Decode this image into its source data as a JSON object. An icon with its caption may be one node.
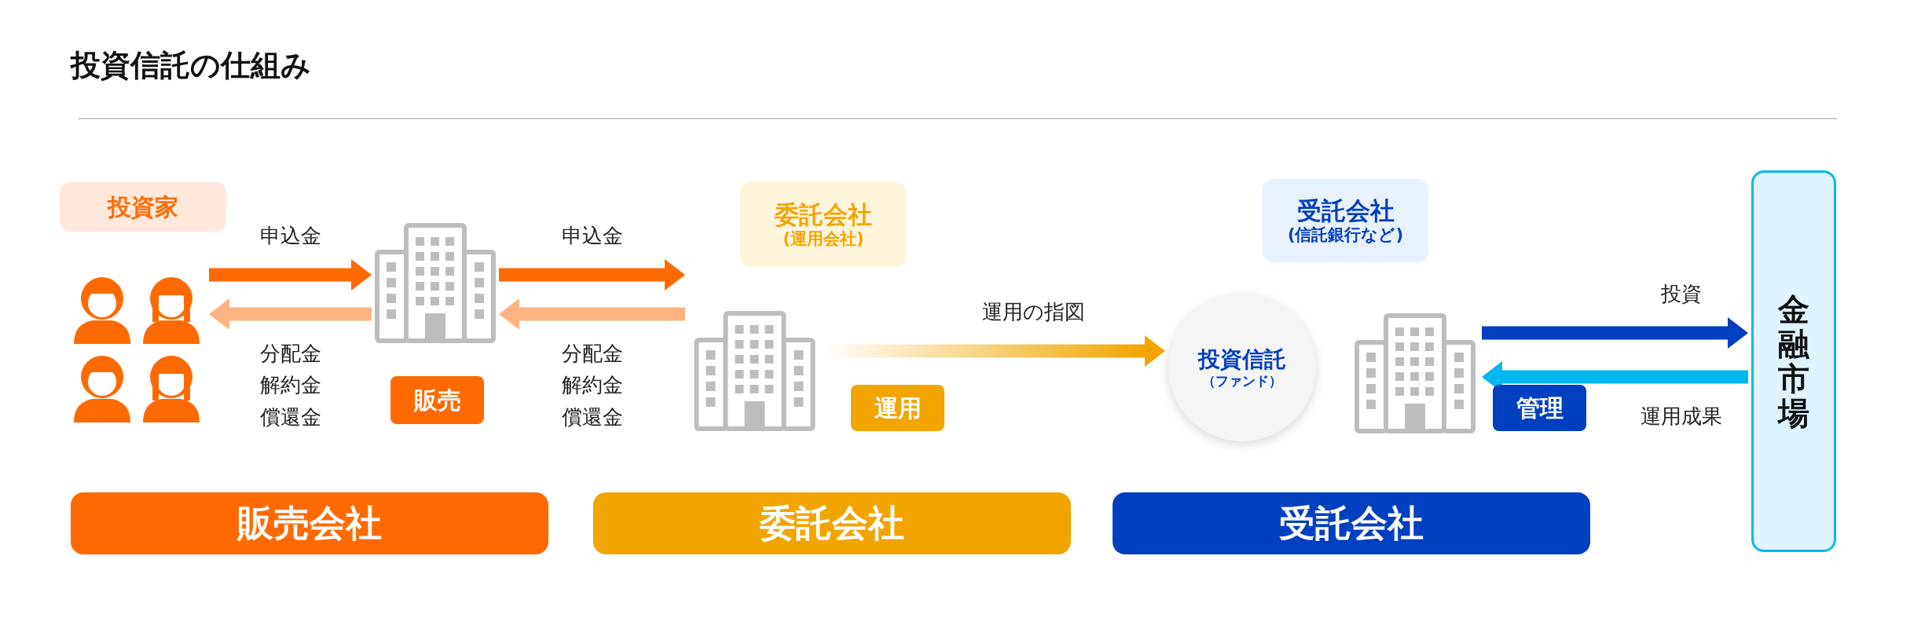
{
  "diagram": {
    "title": "投資信託の仕組み",
    "nodes": [
      {
        "text": [
          "投資家"
        ]
      },
      {
        "text": [],
        "shape": "person"
      },
      {
        "text": [],
        "shape": "building"
      },
      {
        "text": [
          "販売"
        ]
      },
      {
        "text": [
          "委託会社",
          "(運用会社)"
        ]
      },
      {
        "text": [],
        "shape": "building"
      },
      {
        "text": [
          "運用"
        ]
      },
      {
        "text": [
          "投資信託",
          "（ファンド）"
        ]
      },
      {
        "text": [
          "受託会社",
          "(信託銀行など)"
        ]
      },
      {
        "text": [],
        "shape": "building"
      },
      {
        "text": [
          "管理"
        ]
      },
      {
        "text": [
          "金融市場"
        ]
      },
      {
        "text": [
          "販売会社"
        ]
      },
      {
        "text": [
          "委託会社"
        ]
      },
      {
        "text": [
          "受託会社"
        ]
      }
    ],
    "edges": [
      {
        "from": 1,
        "to": 2,
        "arrow": "to",
        "label": "申込金",
        "color": "#ff6a00"
      },
      {
        "from": 2,
        "to": 1,
        "arrow": "to",
        "label": "分配金解約金償還金",
        "color": "#ffb380"
      },
      {
        "from": 2,
        "to": 5,
        "arrow": "to",
        "label": "申込金",
        "color": "#ff6a00"
      },
      {
        "from": 5,
        "to": 2,
        "arrow": "to",
        "label": "分配金解約金償還金",
        "color": "#ffb380"
      },
      {
        "from": 5,
        "to": 7,
        "arrow": "to",
        "label": "運用の指図",
        "color": "#f2a500"
      },
      {
        "from": 9,
        "to": 11,
        "arrow": "to",
        "label": "投資",
        "color": "#0040c0"
      },
      {
        "from": 11,
        "to": 9,
        "arrow": "to",
        "label": "運用成果",
        "color": "#00b8f0"
      }
    ]
  }
}
